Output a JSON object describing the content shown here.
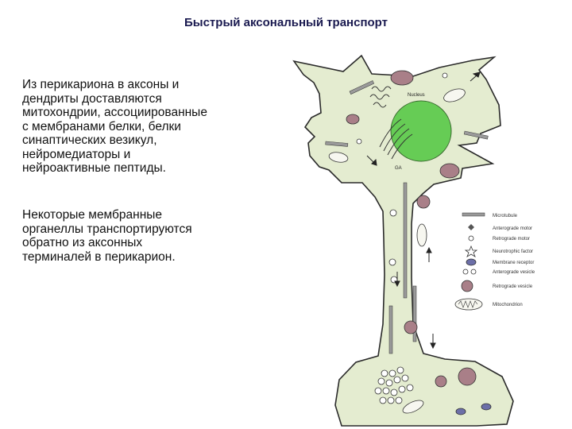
{
  "title": "Быстрый аксональный транспорт",
  "paragraph_1": "Из перикариона в аксоны и\nдендриты доставляются\nмитохондрии, ассоциированные\nс мембранами белки, белки\nсинаптических везикул,\nнейромедиаторы и\nнейроактивные пептиды.",
  "paragraph_2": "Некоторые мембранные\nорганеллы транспортируются\nобратно из аксонных\nтерминалей в перикарион.",
  "diagram": {
    "nucleus_label": "Nucleus",
    "golgi_label": "GA",
    "legend": [
      {
        "icon": "microtubule-icon",
        "label": "Microtubule"
      },
      {
        "icon": "anterograde-motor-icon",
        "label": "Anterograde motor"
      },
      {
        "icon": "retrograde-motor-icon",
        "label": "Retrograde motor"
      },
      {
        "icon": "neurotrophic-factor-icon",
        "label": "Neurotrophic factor"
      },
      {
        "icon": "membrane-receptor-icon",
        "label": "Membrane receptor"
      },
      {
        "icon": "anterograde-vesicle-icon",
        "label": "Anterograde vesicle"
      },
      {
        "icon": "retrograde-vesicle-icon",
        "label": "Retrograde vesicle"
      },
      {
        "icon": "mitochondrion-icon",
        "label": "Mitochondrion"
      }
    ],
    "colors": {
      "cell_fill": "#e4ecd0",
      "cell_stroke": "#2a2a2a",
      "nucleus": "#66cc55",
      "vesicle": "#a97f88",
      "microtubule": "#9a9a9a"
    }
  }
}
